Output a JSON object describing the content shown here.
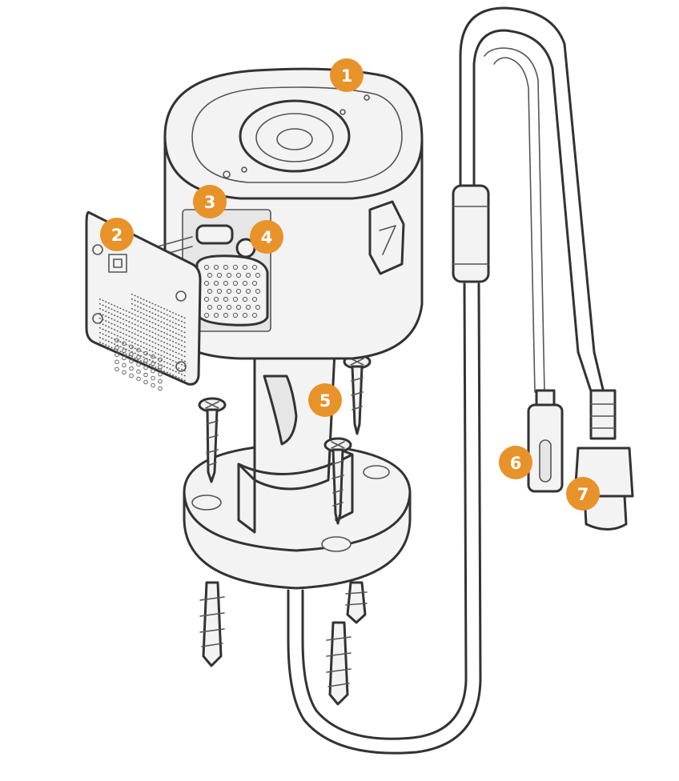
{
  "colors": {
    "callout": "#e8922a",
    "line": "#333333",
    "body": "#f3f3f3"
  },
  "callouts": [
    {
      "label": "1"
    },
    {
      "label": "2"
    },
    {
      "label": "3"
    },
    {
      "label": "4"
    },
    {
      "label": "5"
    },
    {
      "label": "6"
    },
    {
      "label": "7"
    }
  ]
}
